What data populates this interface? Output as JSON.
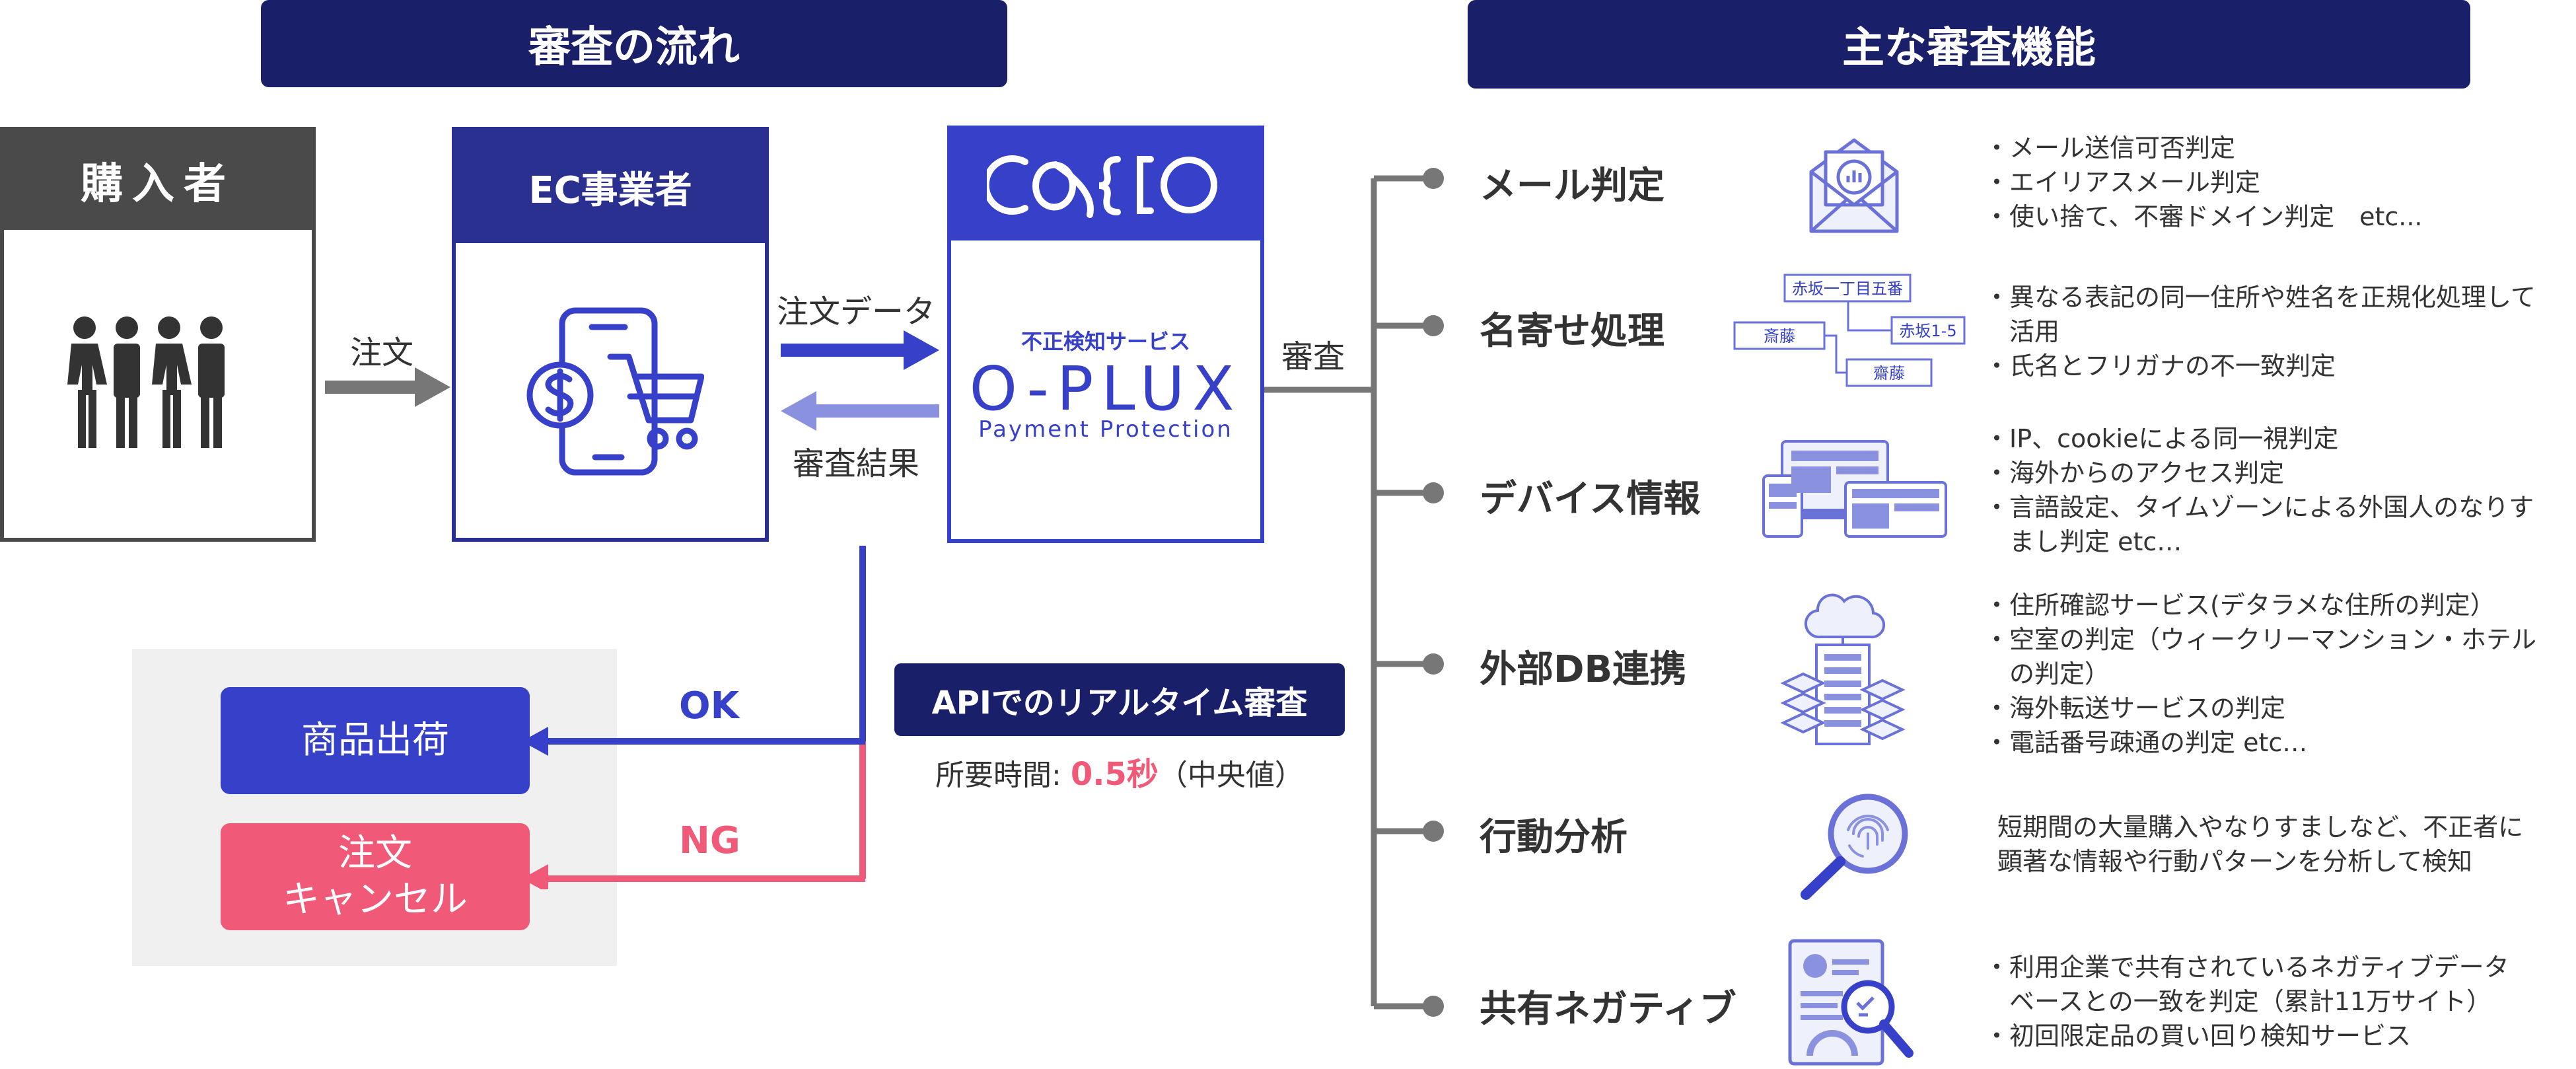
{
  "left_header": "審査の流れ",
  "right_header": "主な審査機能",
  "buyer": {
    "title": "購入者"
  },
  "ec": {
    "title": "EC事業者"
  },
  "cacco": {
    "logo": "cacco",
    "service_label": "不正検知サービス",
    "product_name": "O-PLUX",
    "tagline": "Payment Protection"
  },
  "arrows": {
    "order": "注文",
    "order_data": "注文データ",
    "review_result": "審査結果",
    "review": "審査"
  },
  "results": {
    "ok_label": "OK",
    "ng_label": "NG",
    "ship": "商品出荷",
    "cancel_line1": "注文",
    "cancel_line2": "キャンセル"
  },
  "api": {
    "title": "APIでのリアルタイム審査",
    "time_prefix": "所要時間: ",
    "time_value": "0.5秒",
    "time_suffix": "（中央値）"
  },
  "features": [
    {
      "name": "メール判定",
      "icon": "mail-analytics-icon",
      "lines": [
        "・メール送信可否判定",
        "・エイリアスメール判定",
        "・使い捨て、不審ドメイン判定　etc..."
      ]
    },
    {
      "name": "名寄せ処理",
      "icon": "name-matching-icon",
      "lines": [
        "・異なる表記の同一住所や姓名を正規化処理して",
        "　活用",
        "・氏名とフリガナの不一致判定"
      ],
      "icon_labels": [
        "赤坂一丁目五番",
        "赤坂1-5",
        "斎藤",
        "齋藤"
      ]
    },
    {
      "name": "デバイス情報",
      "icon": "devices-icon",
      "lines": [
        "・IP、cookieによる同一視判定",
        "・海外からのアクセス判定",
        "・言語設定、タイムゾーンによる外国人のなりす",
        "　まし判定 etc…"
      ]
    },
    {
      "name": "外部DB連携",
      "icon": "server-cloud-icon",
      "lines": [
        "・住所確認サービス(デタラメな住所の判定）",
        "・空室の判定（ウィークリーマンション・ホテル",
        "　の判定）",
        "・海外転送サービスの判定",
        "・電話番号疎通の判定 etc…"
      ]
    },
    {
      "name": "行動分析",
      "icon": "fingerprint-search-icon",
      "lines": [
        "短期間の大量購入やなりすましなど、不正者に",
        "顕著な情報や行動パターンを分析して検知"
      ]
    },
    {
      "name": "共有ネガティブ",
      "icon": "document-search-icon",
      "lines": [
        "・利用企業で共有されているネガティブデータ",
        "　ベースとの一致を判定（累計11万サイト）",
        "・初回限定品の買い回り検知サービス"
      ]
    }
  ],
  "colors": {
    "navy": "#1a1f6a",
    "blue": "#3640c8",
    "pink": "#f05a78",
    "gray": "#777777",
    "dark_gray": "#4a4a4a"
  }
}
